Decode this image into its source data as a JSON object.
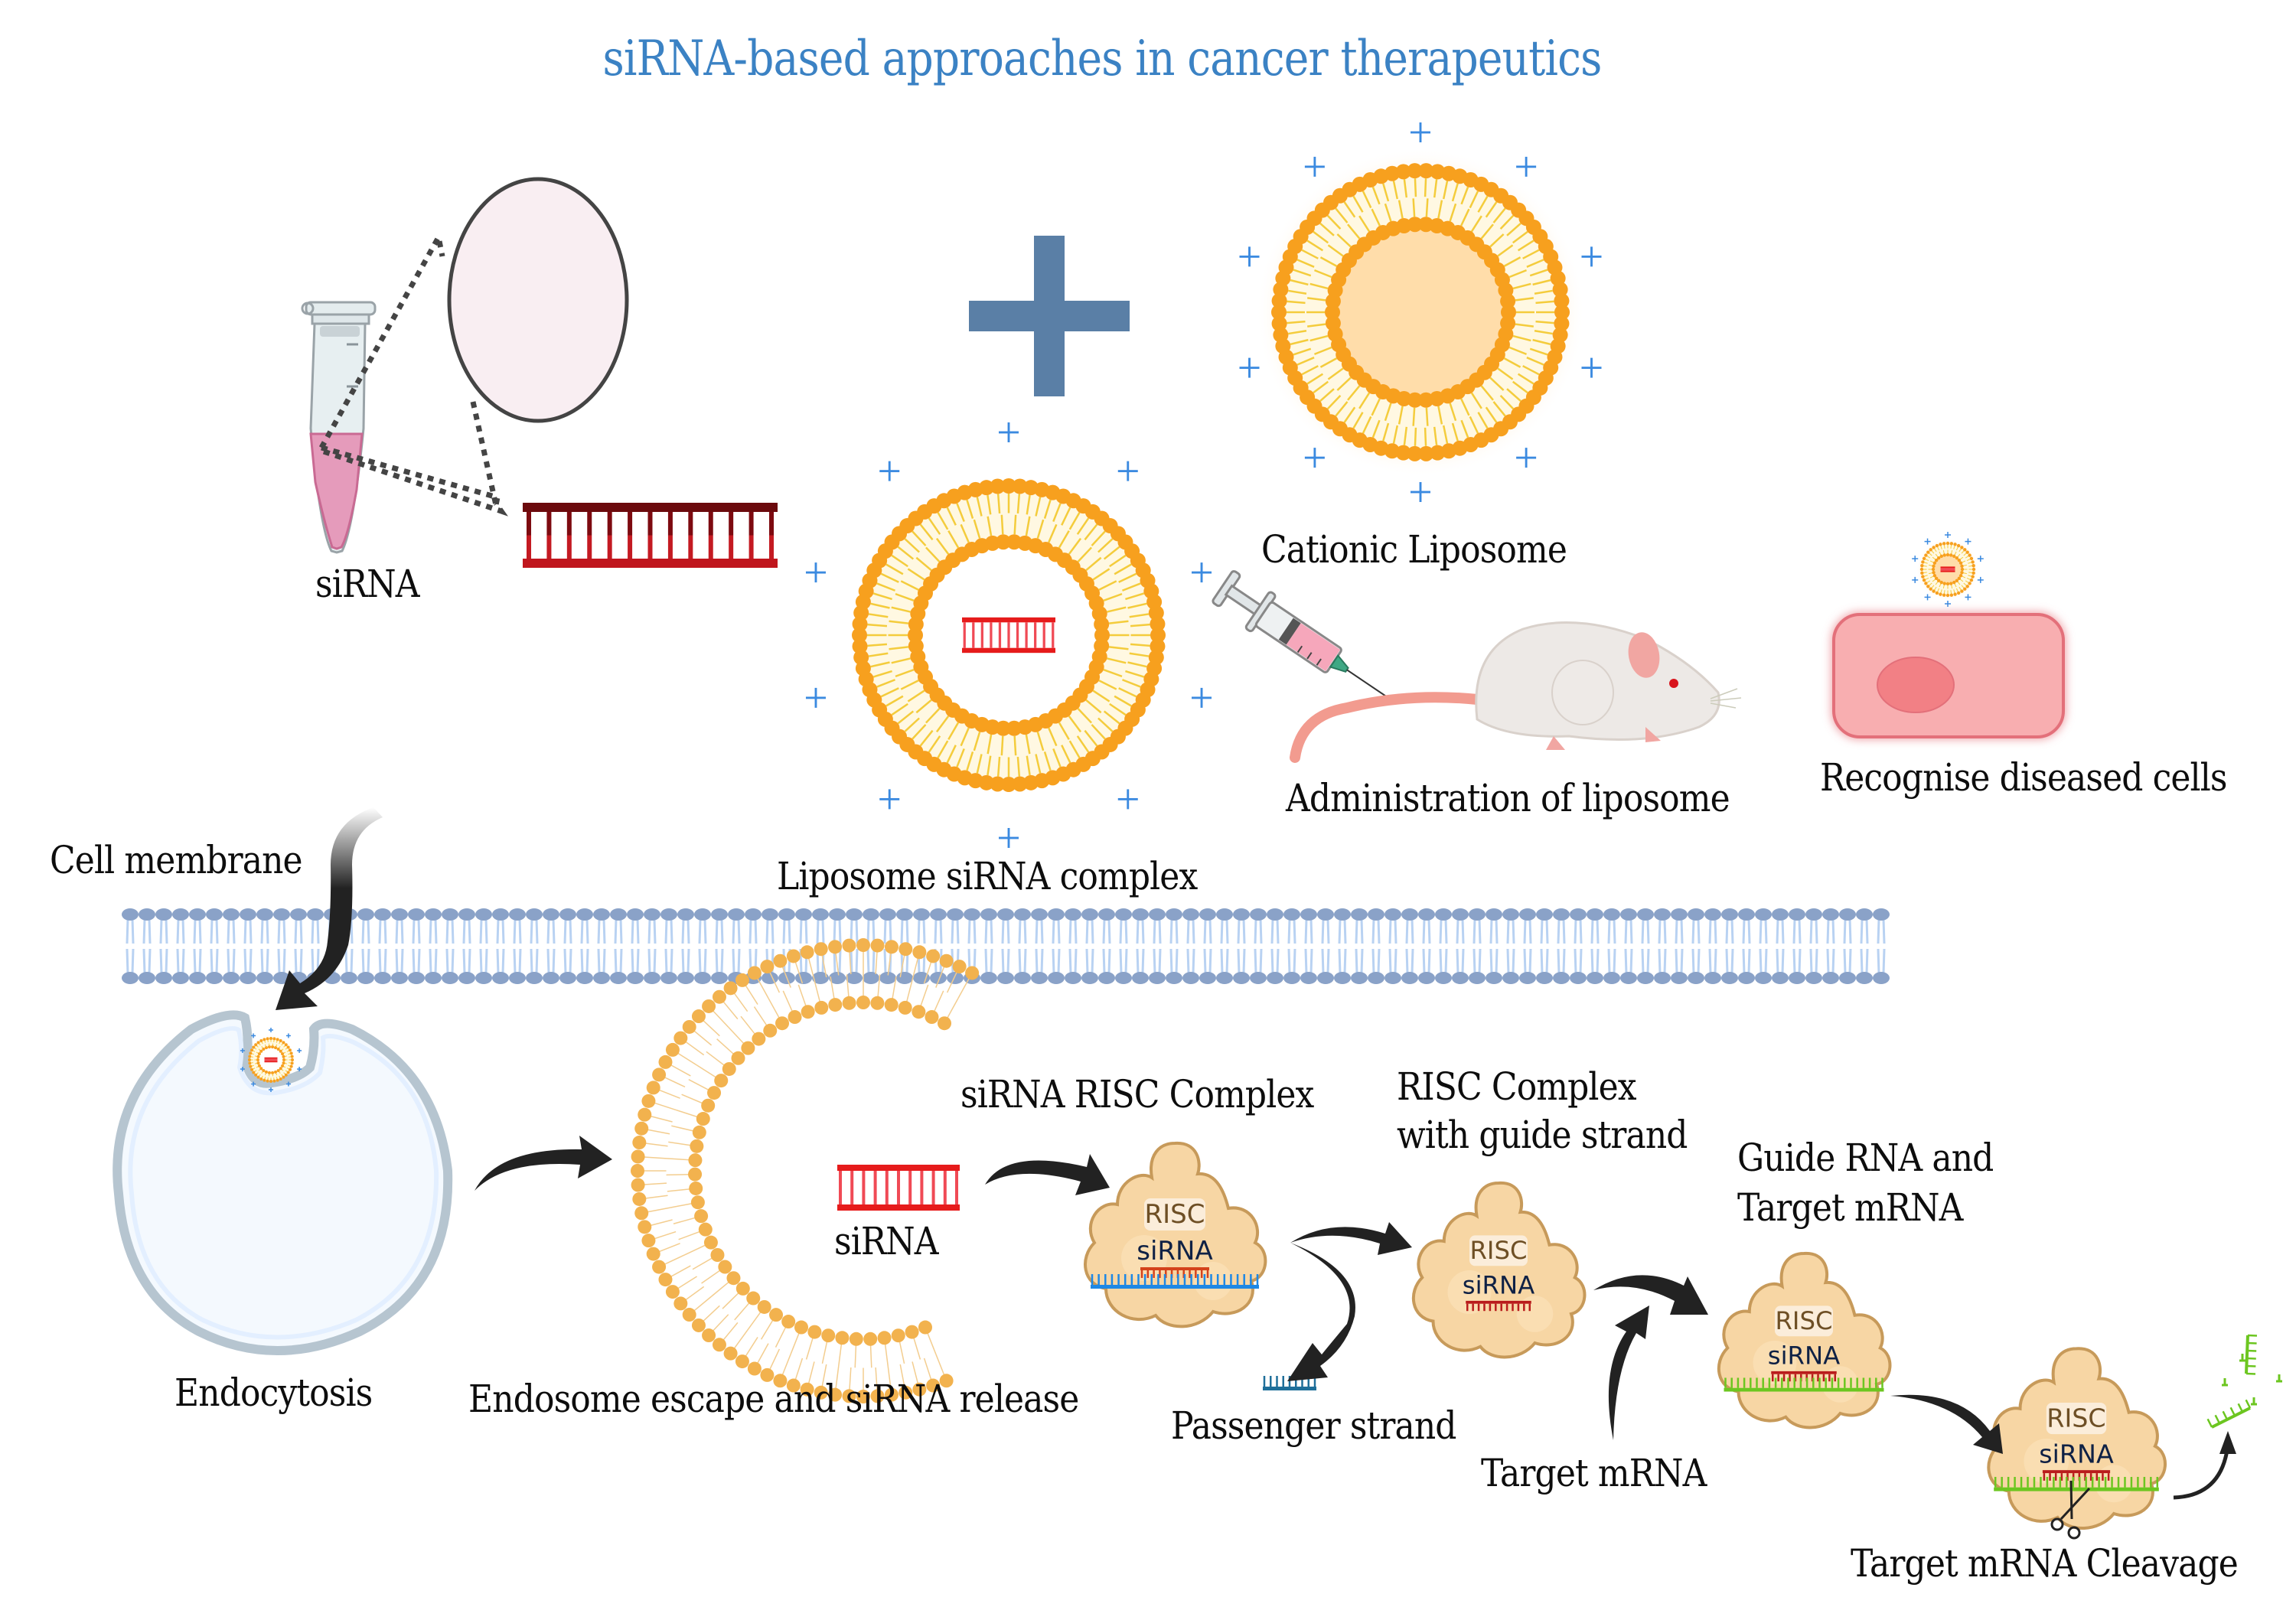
{
  "title": "siRNA-based approaches in cancer therapeutics",
  "colors": {
    "title": "#3b82c4",
    "plus_charge": "#3b8ae0",
    "lipid_head": "#f7a01e",
    "lipid_tail": "#f4cc3c",
    "sirna_red": "#c0161d",
    "sirna_bright": "#e61b1b",
    "passenger_blue": "#1e88e5",
    "passenger_teal": "#1f6f9a",
    "target_green": "#6cc620",
    "risc_body": "#f7d6a4",
    "risc_outline": "#c79a5a",
    "membrane_head": "#8aa2c8",
    "membrane_tail": "#b9d2f2",
    "cell_pink": "#f8aeb0",
    "nucleus": "#f28085",
    "arrow": "#222222"
  },
  "top_section": {
    "tube_label": "siRNA",
    "liposome_complex_label": "Liposome siRNA complex",
    "cationic_liposome_label": "Cationic Liposome",
    "administration_label": "Administration of liposome",
    "recognise_label": "Recognise diseased cells",
    "plus_symbol": "+"
  },
  "bottom_section": {
    "cell_membrane_label": "Cell membrane",
    "endocytosis_label": "Endocytosis",
    "endosome_label": "Endosome escape and siRNA release",
    "free_sirna_label": "siRNA",
    "risc_complex_label": "siRNA RISC Complex",
    "risc_guide_label_line1": "RISC Complex",
    "risc_guide_label_line2": "with guide strand",
    "passenger_label": "Passenger strand",
    "target_mrna_label": "Target mRNA",
    "guide_target_label_line1": "Guide RNA and",
    "guide_target_label_line2": "Target mRNA",
    "cleavage_label": "Target mRNA Cleavage",
    "risc_text": "RISC",
    "risc_sirna_text": "siRNA"
  }
}
